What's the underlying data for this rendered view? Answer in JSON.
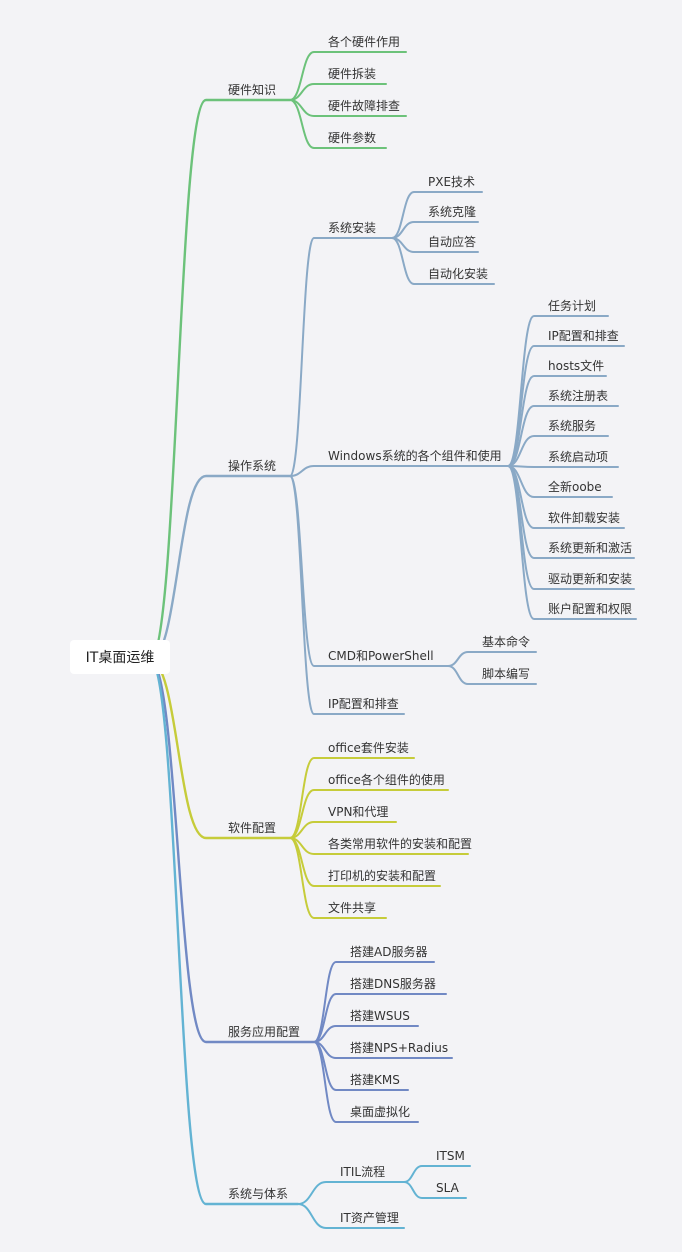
{
  "root": "IT桌面运维",
  "colors": {
    "hardware": "#6cc27a",
    "os": "#8aa9c6",
    "software": "#c6cc3a",
    "service": "#7189c4",
    "system": "#63b3d3"
  },
  "branches": [
    {
      "label": "硬件知识",
      "children": [
        {
          "label": "各个硬件作用"
        },
        {
          "label": "硬件拆装"
        },
        {
          "label": "硬件故障排查"
        },
        {
          "label": "硬件参数"
        }
      ]
    },
    {
      "label": "操作系统",
      "children": [
        {
          "label": "系统安装",
          "children": [
            {
              "label": "PXE技术"
            },
            {
              "label": "系统克隆"
            },
            {
              "label": "自动应答"
            },
            {
              "label": "自动化安装"
            }
          ]
        },
        {
          "label": "Windows系统的各个组件和使用",
          "children": [
            {
              "label": "任务计划"
            },
            {
              "label": "IP配置和排查"
            },
            {
              "label": "hosts文件"
            },
            {
              "label": "系统注册表"
            },
            {
              "label": "系统服务"
            },
            {
              "label": "系统启动项"
            },
            {
              "label": "全新oobe"
            },
            {
              "label": "软件卸载安装"
            },
            {
              "label": "系统更新和激活"
            },
            {
              "label": "驱动更新和安装"
            },
            {
              "label": "账户配置和权限"
            }
          ]
        },
        {
          "label": "CMD和PowerShell",
          "children": [
            {
              "label": "基本命令"
            },
            {
              "label": "脚本编写"
            }
          ]
        },
        {
          "label": "IP配置和排查"
        }
      ]
    },
    {
      "label": "软件配置",
      "children": [
        {
          "label": "office套件安装"
        },
        {
          "label": "office各个组件的使用"
        },
        {
          "label": "VPN和代理"
        },
        {
          "label": "各类常用软件的安装和配置"
        },
        {
          "label": "打印机的安装和配置"
        },
        {
          "label": "文件共享"
        }
      ]
    },
    {
      "label": "服务应用配置",
      "children": [
        {
          "label": "搭建AD服务器"
        },
        {
          "label": "搭建DNS服务器"
        },
        {
          "label": "搭建WSUS"
        },
        {
          "label": "搭建NPS+Radius"
        },
        {
          "label": "搭建KMS"
        },
        {
          "label": "桌面虚拟化"
        }
      ]
    },
    {
      "label": "系统与体系",
      "children": [
        {
          "label": "ITIL流程",
          "children": [
            {
              "label": "ITSM"
            },
            {
              "label": "SLA"
            }
          ]
        },
        {
          "label": "IT资产管理"
        }
      ]
    }
  ]
}
